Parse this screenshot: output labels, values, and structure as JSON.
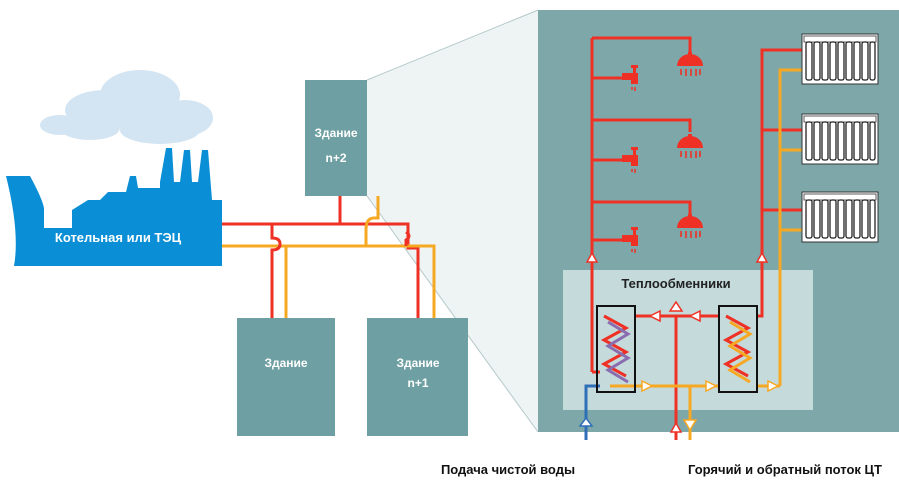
{
  "plant": {
    "label": "Котельная или ТЭЦ"
  },
  "buildings": {
    "b0": {
      "line1": "Здание"
    },
    "b1": {
      "line1": "Здание",
      "line2": "n+1"
    },
    "b2": {
      "line1": "Здание",
      "line2": "n+2"
    }
  },
  "detail": {
    "exchangers_label": "Теплообменники"
  },
  "footer": {
    "cold_supply": "Подача чистой воды",
    "dh_flow": "Горячий и обратный поток ЦТ"
  },
  "colors": {
    "hot_line": "#ee3124",
    "return_line": "#f7a823",
    "cold_line": "#2e6fb7",
    "plant_blue": "#0a8fd6",
    "building": "#6e9fa3",
    "detail_panel": "#7ea7aa",
    "exchanger_zone": "#c5dadb",
    "cloud": "#d3e4f2"
  },
  "icons": [
    "factory-icon",
    "cloud-icon",
    "tap-icon",
    "shower-icon",
    "radiator-icon",
    "heat-exchanger-icon",
    "arrow-icon"
  ]
}
